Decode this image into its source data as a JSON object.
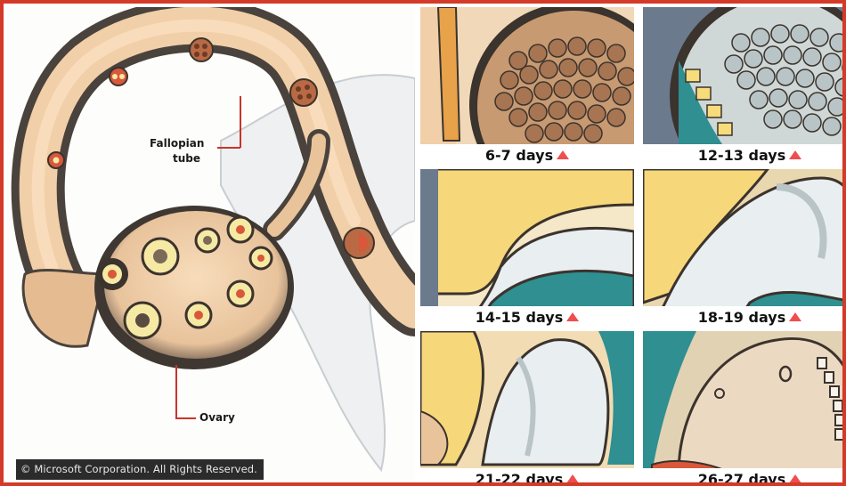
{
  "labels": {
    "fallopian_line1": "Fallopian",
    "fallopian_line2": "tube",
    "ovary": "Ovary"
  },
  "copyright": "© Microsoft Corporation. All Rights Reserved.",
  "stages": [
    {
      "caption": "6-7 days",
      "icon": "expand-triangle-icon"
    },
    {
      "caption": "12-13 days",
      "icon": "expand-triangle-icon"
    },
    {
      "caption": "14-15 days",
      "icon": "expand-triangle-icon"
    },
    {
      "caption": "18-19 days",
      "icon": "expand-triangle-icon"
    },
    {
      "caption": "21-22 days",
      "icon": "expand-triangle-icon"
    },
    {
      "caption": "26-27 days",
      "icon": "expand-triangle-icon"
    }
  ],
  "colors": {
    "frame": "#d43a28",
    "tissue": "#f3d2ad",
    "tissue_shadow": "#5a5048",
    "cell_red": "#d9573a",
    "teal": "#2f8f91",
    "yellow": "#f6dc7a",
    "gray_white": "#e9eef0",
    "triangle": "#ef4e4e"
  }
}
